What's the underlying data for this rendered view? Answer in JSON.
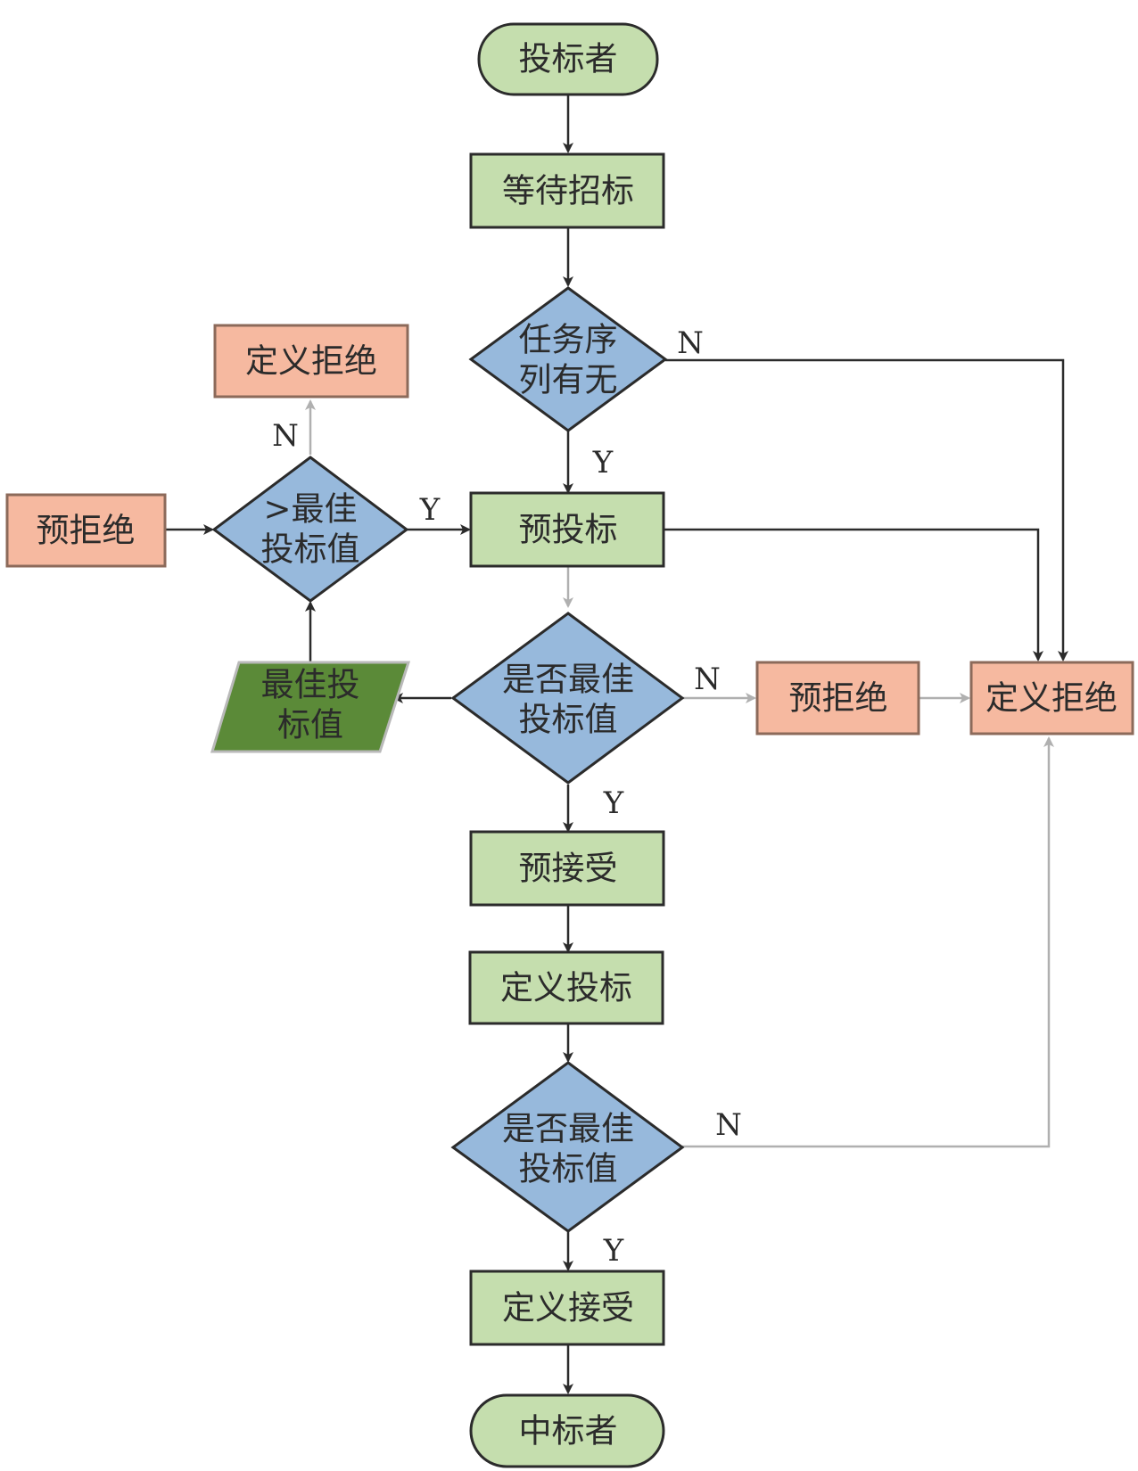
{
  "colors": {
    "start_end_fill": "#c5deae",
    "process_fill": "#c5deae",
    "process_stroke": "#2b2b2b",
    "decision_fill": "#97b9dc",
    "reject_fill": "#f6b9a0",
    "reject_stroke": "#8c6a5a",
    "data_fill": "#5b8a38",
    "data_stroke": "#b9b9b9",
    "edge_dark": "#2b2b2b",
    "edge_gray": "#b0b0b0"
  },
  "nodes": {
    "bidder": "投标者",
    "wait_tender": "等待招标",
    "task_queue": [
      "任务序",
      "列有无"
    ],
    "define_reject_top": "定义拒绝",
    "pre_reject_left": "预拒绝",
    "gt_best_bid": [
      ">最佳",
      "投标值"
    ],
    "pre_bid": "预投标",
    "best_bid_value": [
      "最佳投",
      "标值"
    ],
    "is_best_bid_1": [
      "是否最佳",
      "投标值"
    ],
    "pre_reject_right": "预拒绝",
    "define_reject_right": "定义拒绝",
    "pre_accept": "预接受",
    "define_bid": "定义投标",
    "is_best_bid_2": [
      "是否最佳",
      "投标值"
    ],
    "define_accept": "定义接受",
    "winner": "中标者"
  },
  "edge_labels": {
    "task_no": "N",
    "task_yes": "Y",
    "gt_no": "N",
    "gt_yes": "Y",
    "best1_no": "N",
    "best1_yes": "Y",
    "best2_no": "N",
    "best2_yes": "Y"
  }
}
